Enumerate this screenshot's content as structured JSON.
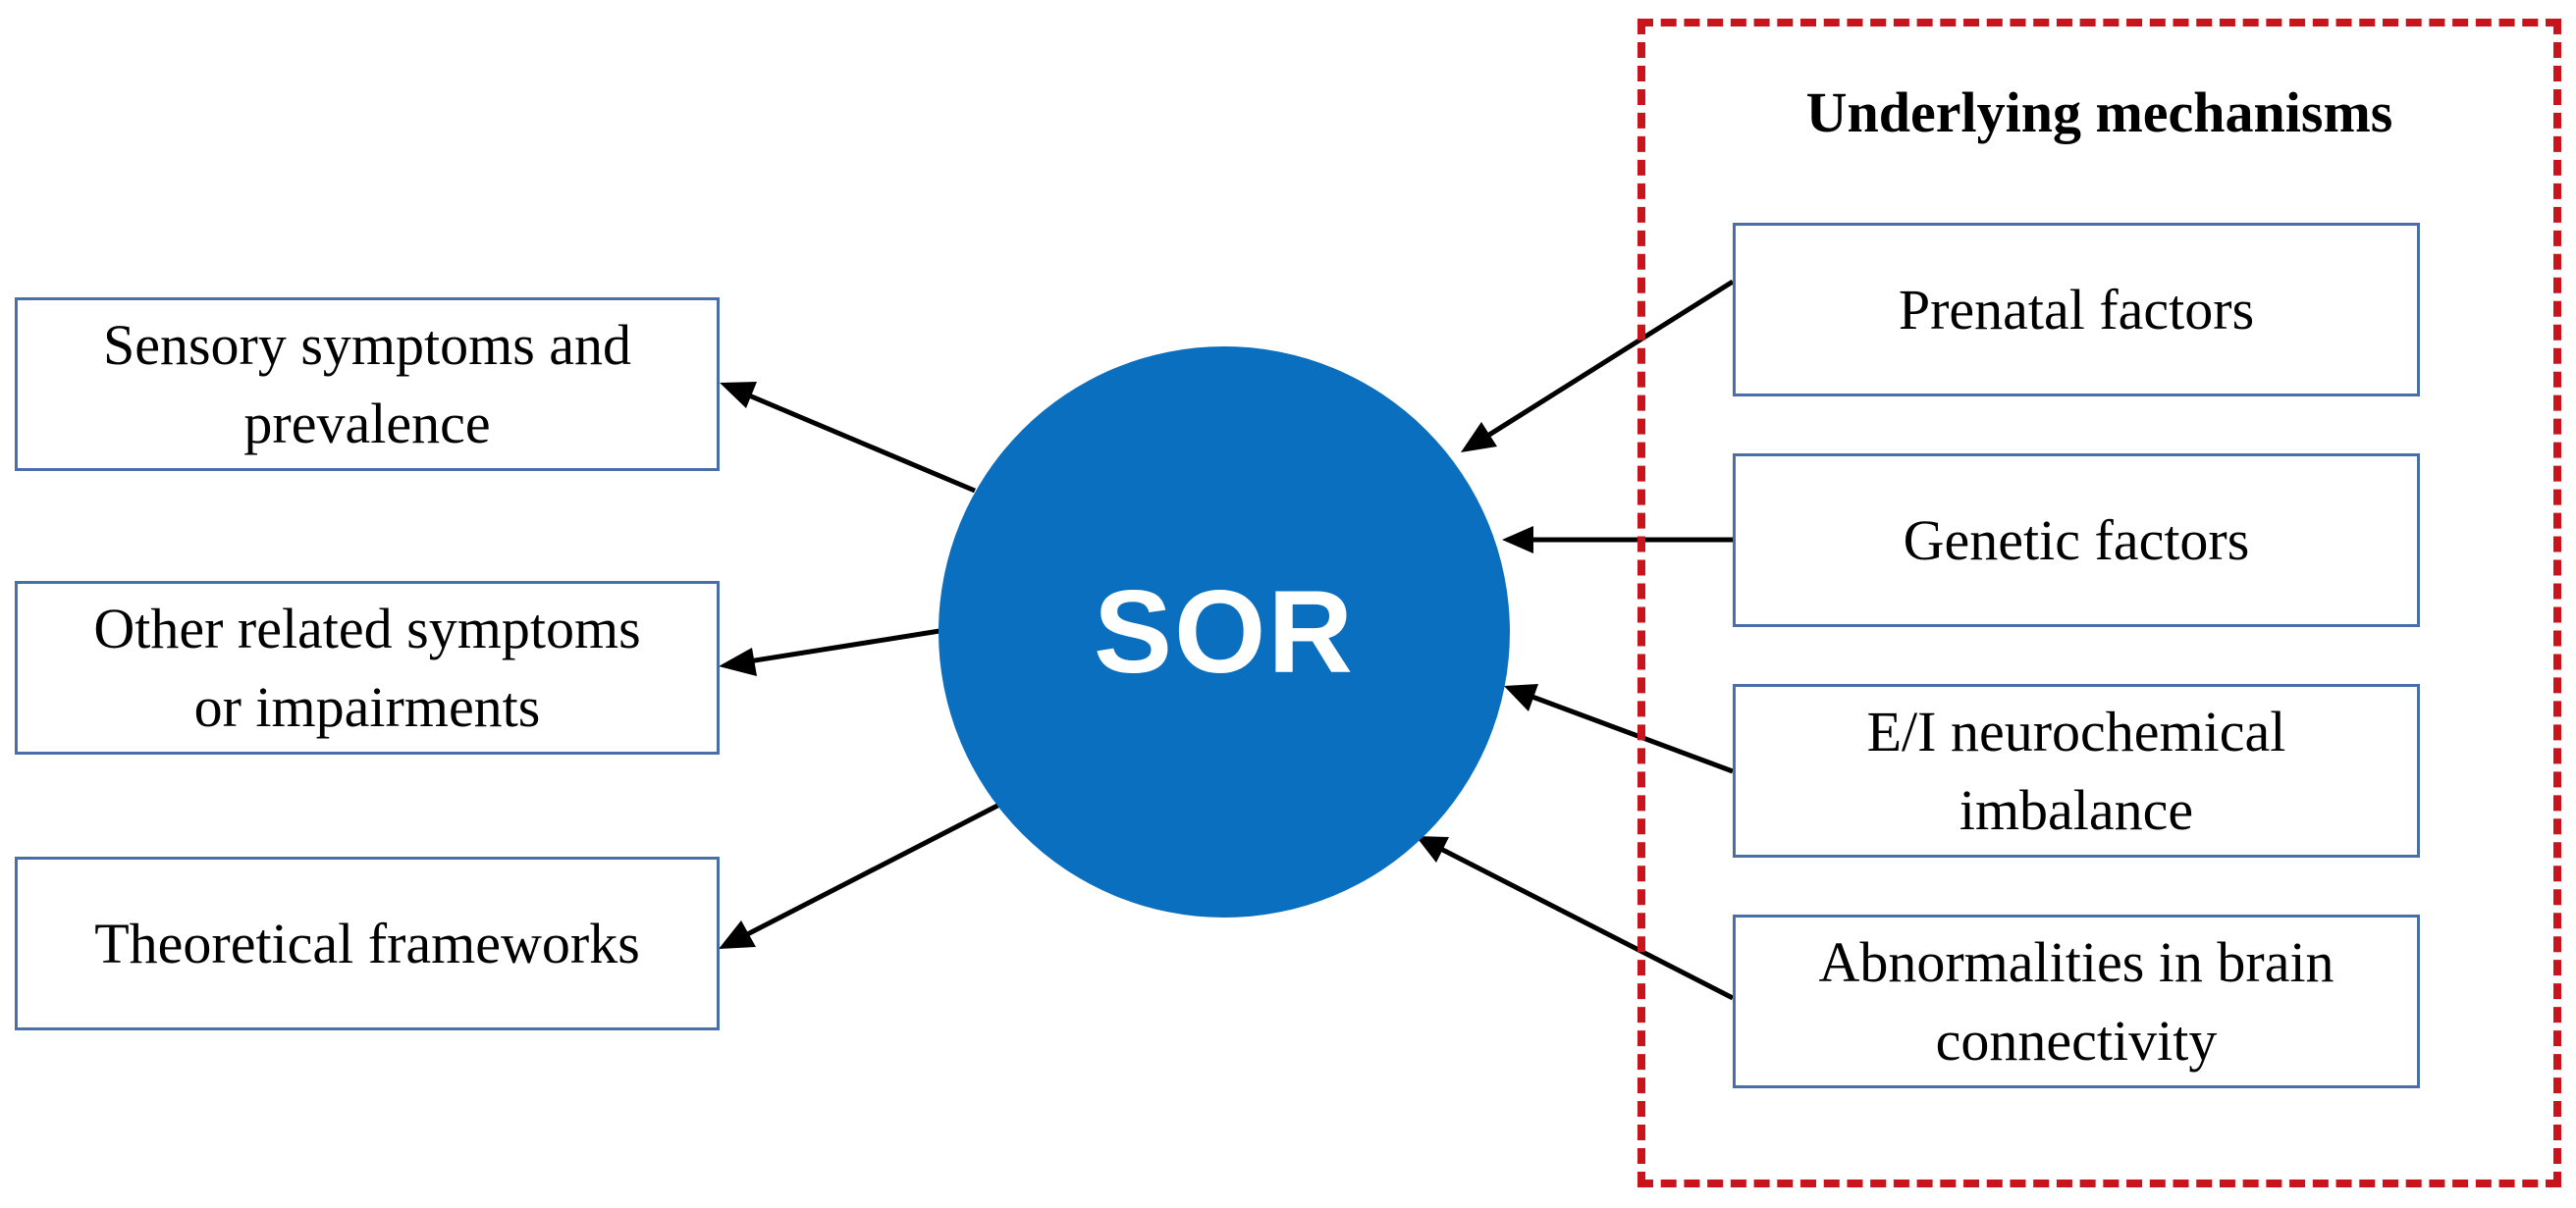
{
  "center": {
    "label": "SOR"
  },
  "outcomes": [
    {
      "id": "sensory",
      "text": "Sensory symptoms and\nprevalence"
    },
    {
      "id": "other",
      "text": "Other related symptoms\nor impairments"
    },
    {
      "id": "theory",
      "text": "Theoretical frameworks"
    }
  ],
  "mechanisms": {
    "title": "Underlying mechanisms",
    "items": [
      {
        "id": "prenatal",
        "text": "Prenatal factors"
      },
      {
        "id": "genetic",
        "text": "Genetic factors"
      },
      {
        "id": "ei",
        "text": "E/I neurochemical\nimbalance"
      },
      {
        "id": "brain",
        "text": "Abnormalities in brain\nconnectivity"
      }
    ]
  },
  "colors": {
    "circle": "#0a6fbe",
    "box_border": "#4a6fa8",
    "dashed_frame": "#c8141c",
    "arrow": "#000000"
  }
}
